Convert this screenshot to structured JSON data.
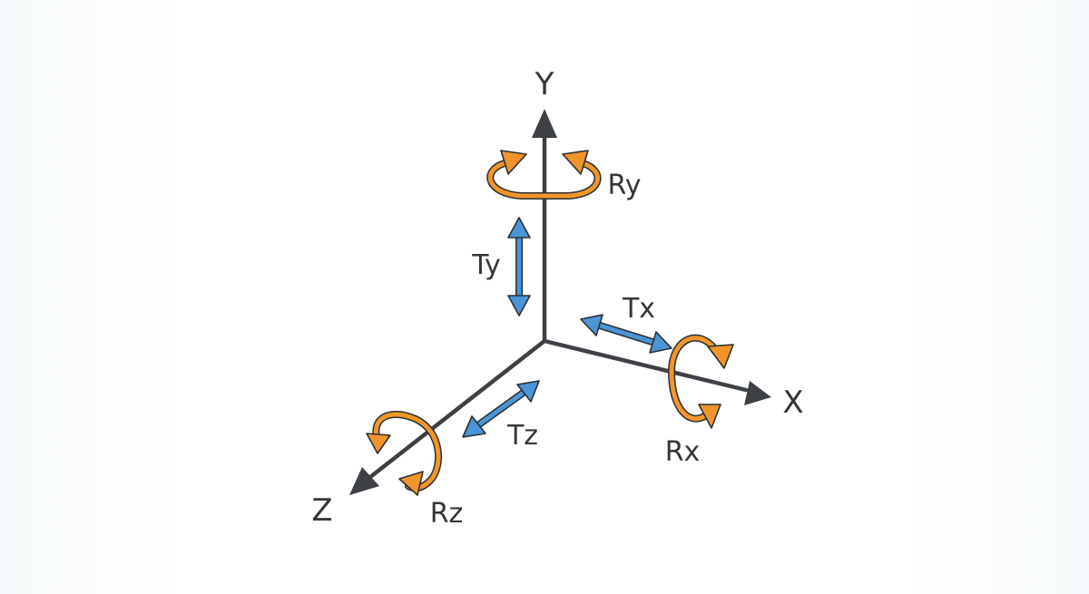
{
  "axes": {
    "x": {
      "label": "X"
    },
    "y": {
      "label": "Y"
    },
    "z": {
      "label": "Z"
    }
  },
  "translations": {
    "tx": {
      "label": "Tx"
    },
    "ty": {
      "label": "Ty"
    },
    "tz": {
      "label": "Tz"
    }
  },
  "rotations": {
    "rx": {
      "label": "Rx"
    },
    "ry": {
      "label": "Ry"
    },
    "rz": {
      "label": "Rz"
    }
  },
  "colors": {
    "axis": "#3d4145",
    "translation": "#4a95d6",
    "rotation": "#f0952c",
    "outline": "#2c2f33"
  }
}
